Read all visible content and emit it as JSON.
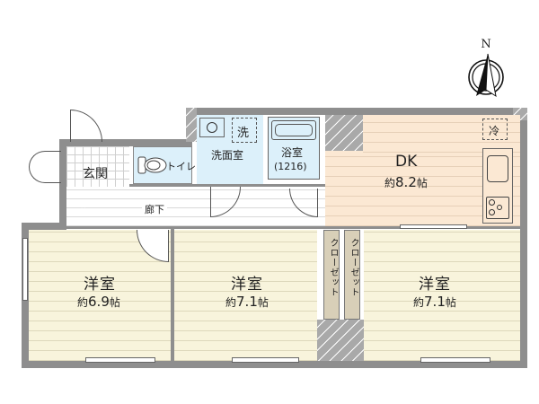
{
  "compass": {
    "label": "N",
    "icon": "north-arrow-icon"
  },
  "rooms": {
    "entrance": {
      "name": "玄関"
    },
    "toilet": {
      "name": "トイレ"
    },
    "washroom": {
      "name": "洗面室",
      "washer_label": "洗"
    },
    "bathroom": {
      "name": "浴室",
      "size": "(1216)"
    },
    "dk": {
      "name": "DK",
      "size_prefix": "約",
      "size_value": "8.2",
      "size_unit": "帖",
      "fridge_label": "冷"
    },
    "hallway": {
      "name": "廊下"
    },
    "western_room_1": {
      "name": "洋室",
      "size_prefix": "約",
      "size_value": "6.9",
      "size_unit": "帖"
    },
    "western_room_2": {
      "name": "洋室",
      "size_prefix": "約",
      "size_value": "7.1",
      "size_unit": "帖"
    },
    "western_room_3": {
      "name": "洋室",
      "size_prefix": "約",
      "size_value": "7.1",
      "size_unit": "帖"
    },
    "closet_1": {
      "name": "クローゼット"
    },
    "closet_2": {
      "name": "クローゼット"
    }
  },
  "colors": {
    "wall": "#8e8e8e",
    "wood_floor": "#f8f4dc",
    "dk_floor": "#fbe8d3",
    "wet_area": "#dcf0fa",
    "closet": "#d8cfb8"
  }
}
